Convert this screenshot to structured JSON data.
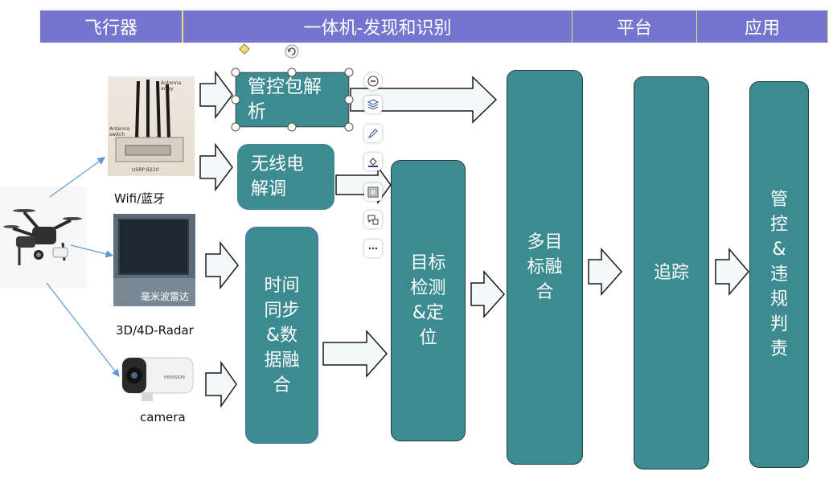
{
  "header": {
    "col1": "飞行器",
    "col2": "一体机-发现和识别",
    "col3": "平台",
    "col4": "应用"
  },
  "sensors": {
    "wifi_caption": "Wifi/蓝牙",
    "radar_caption": "3D/4D-Radar",
    "camera_caption": "camera",
    "radar_label": "毫米波雷达",
    "antenna_array_label": "Antenna array",
    "antenna_switch_label": "Antenna\nswitch",
    "usrp_label": "USRP B210",
    "camera_brand": "HIKVISION"
  },
  "boxes": {
    "packet_parse": "管控包解\n析",
    "radio_demod": "无线电\n解调",
    "time_sync": "时间\n同步\n&数\n据融\n合",
    "target_detect": "目标\n检测\n&定\n位",
    "multi_fusion": "多目\n标融\n合",
    "tracking": "追踪",
    "management": "管\n控\n&\n违\n规\n判\n责"
  },
  "colors": {
    "header_bg": "#7575cf",
    "box_fill": "#3b8b91",
    "arrow_fill": "#f2f9f8",
    "connector_line": "#5b9bd5"
  },
  "icons": [
    "rotate-handle-icon",
    "minus-icon",
    "layers-icon",
    "pen-icon",
    "fill-icon",
    "frame-icon",
    "comment-icon",
    "more-icon"
  ]
}
